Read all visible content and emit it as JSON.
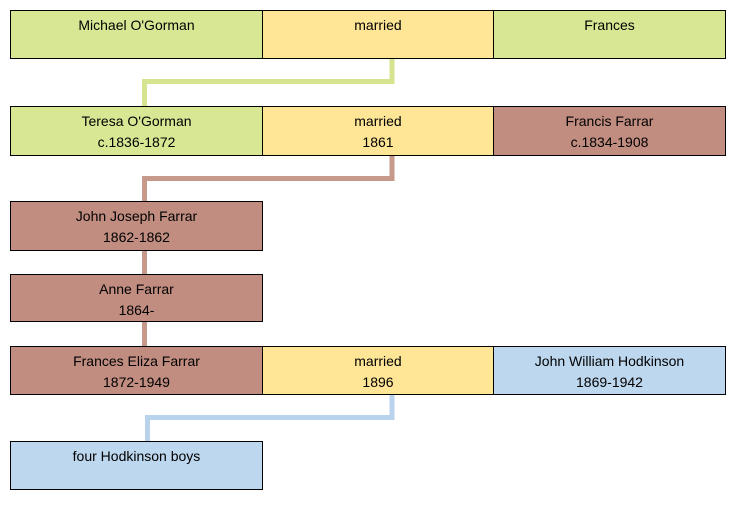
{
  "palette": {
    "box_green": "#d7e794",
    "box_yellow": "#ffe596",
    "box_brown": "#c08d80",
    "box_blue": "#bdd7ee",
    "box_border": "#000000",
    "connector_green": "#d4e48f",
    "connector_brown": "#c59a8b",
    "connector_blue": "#b9d3ec"
  },
  "generation1": {
    "father": {
      "name": "Michael O'Gorman"
    },
    "marriage": {
      "label": "married"
    },
    "mother": {
      "name": "Frances"
    }
  },
  "generation2": {
    "mother": {
      "name": "Teresa O'Gorman",
      "dates": "c.1836-1872"
    },
    "marriage": {
      "label": "married",
      "year": "1861"
    },
    "father": {
      "name": "Francis Farrar",
      "dates": "c.1834-1908"
    }
  },
  "generation3_children": [
    {
      "name": "John Joseph Farrar",
      "dates": "1862-1862"
    },
    {
      "name": "Anne Farrar",
      "dates": "1864-"
    }
  ],
  "generation3": {
    "mother": {
      "name": "Frances Eliza Farrar",
      "dates": "1872-1949"
    },
    "marriage": {
      "label": "married",
      "year": "1896"
    },
    "father": {
      "name": "John William Hodkinson",
      "dates": "1869-1942"
    }
  },
  "generation4": {
    "children_summary": "four Hodkinson boys"
  }
}
